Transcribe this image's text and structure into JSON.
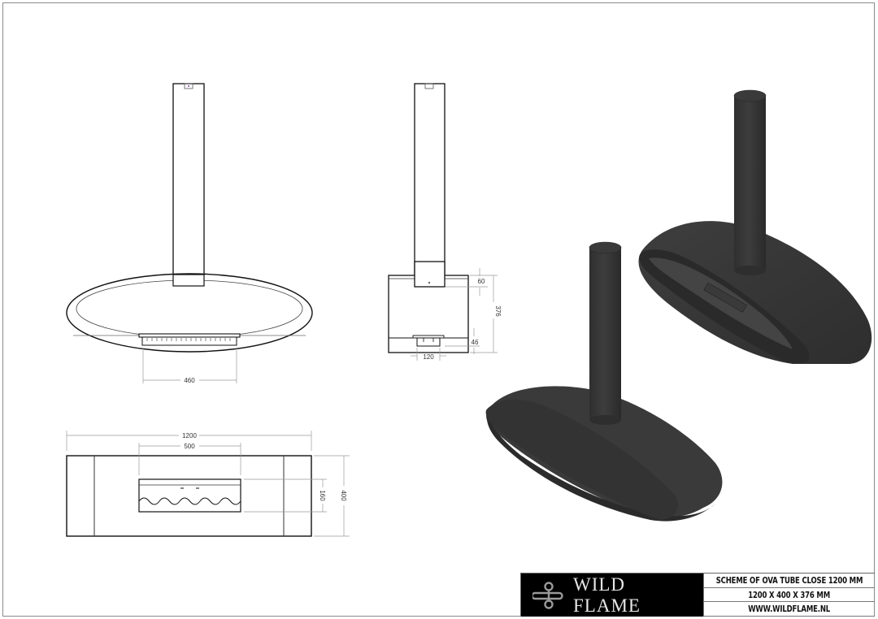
{
  "document": {
    "type": "technical-drawing",
    "subject": "OVA TUBE CLOSE 1200 MM"
  },
  "title_block": {
    "brand": "WILD FLAME",
    "title": "SCHEME OF OVA TUBE CLOSE 1200 MM",
    "dimensions": "1200 X 400 X 376 MM",
    "website": "WWW.WILDFLAME.NL",
    "logo_icon": "wildflame-knot-logo-icon"
  },
  "views": {
    "front": {
      "burner_width": "460"
    },
    "side": {
      "top_offset": "60",
      "height": "376",
      "burner_height": "46",
      "burner_depth": "120"
    },
    "top": {
      "overall_length": "1200",
      "opening_width": "500",
      "opening_depth": "160",
      "overall_width": "400"
    },
    "isometric": {
      "count": 2,
      "color": "#3a3a3a"
    }
  },
  "colors": {
    "line": "#111111",
    "dimension": "#9a9a9a",
    "body_dark": "#3c3c3c",
    "title_bg": "#000000"
  }
}
